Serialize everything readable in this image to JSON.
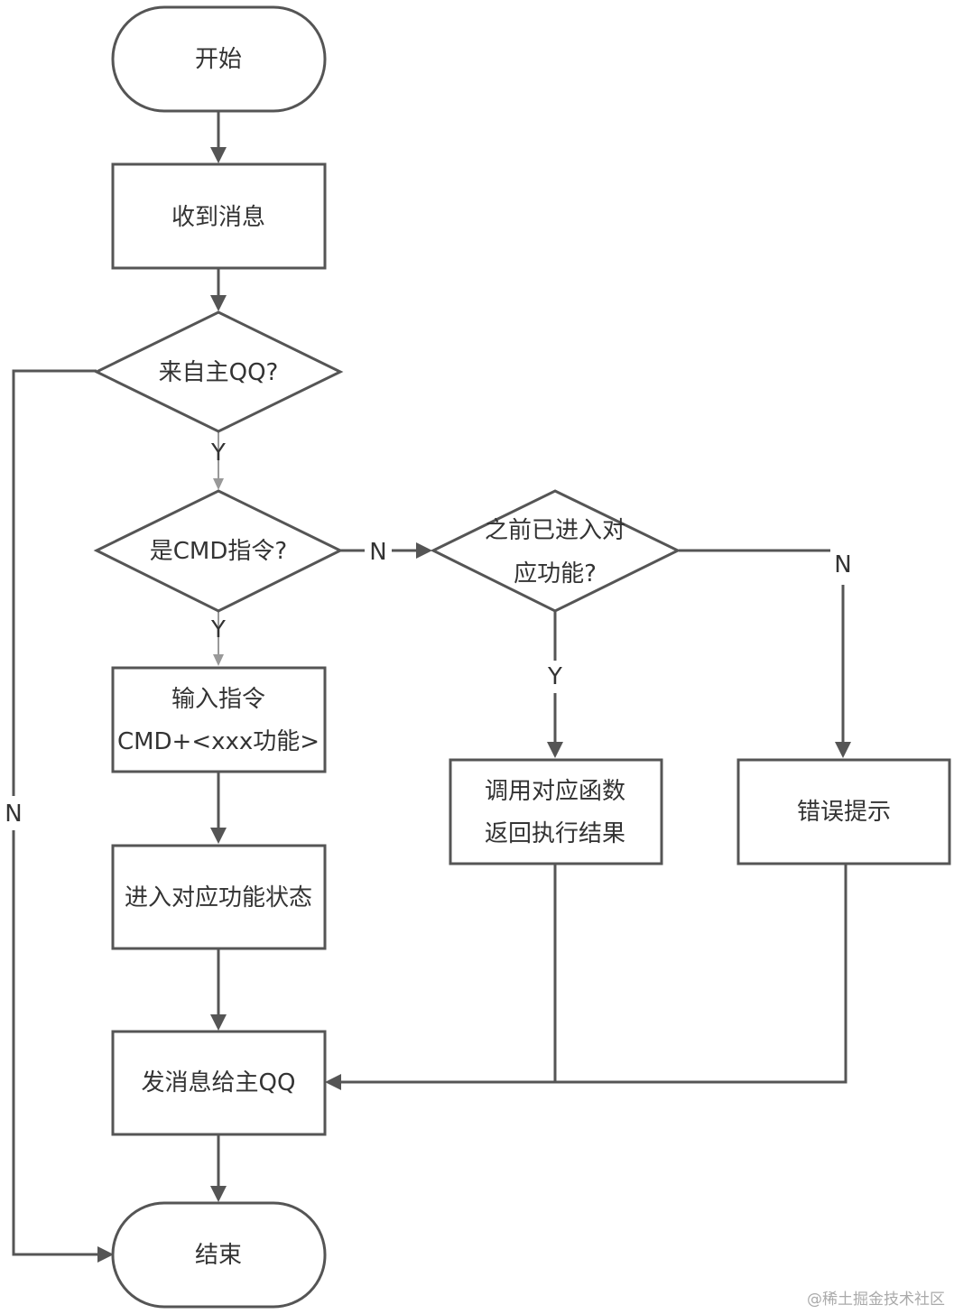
{
  "nodes": {
    "start": "开始",
    "receive": "收到消息",
    "from_master": "来自主QQ?",
    "is_cmd": "是CMD指令?",
    "entered_before": {
      "line1": "之前已进入对",
      "line2": "应功能?"
    },
    "input_cmd": {
      "line1": "输入指令",
      "line2": "CMD+<xxx功能>"
    },
    "enter_state": "进入对应功能状态",
    "call_func": {
      "line1": "调用对应函数",
      "line2": "返回执行结果"
    },
    "error_tip": "错误提示",
    "send_master": "发消息给主QQ",
    "end": "结束"
  },
  "edges": {
    "from_master_yes": "Y",
    "from_master_no": "N",
    "is_cmd_yes": "Y",
    "is_cmd_no": "N",
    "entered_yes": "Y",
    "entered_no": "N"
  },
  "watermark": "@稀土掘金技术社区"
}
